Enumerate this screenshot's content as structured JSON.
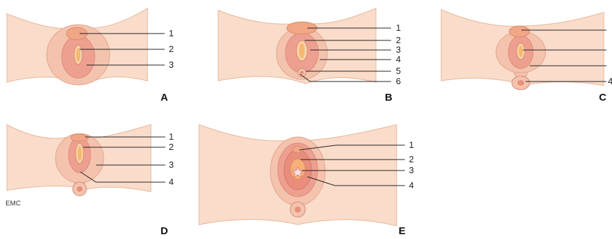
{
  "colors": {
    "skin": "#f9dcc9",
    "skin_edge": "#e6b79c",
    "fold_outer": "#f4c3ad",
    "fold_inner": "#eea090",
    "vestibule": "#e87f72",
    "opening": "#f7d2b0",
    "opening_core": "#f5b86e",
    "leader": "#222222"
  },
  "panels": [
    {
      "letter": "A",
      "labels": [
        "1",
        "2",
        "3"
      ]
    },
    {
      "letter": "B",
      "labels": [
        "1",
        "2",
        "3",
        "4",
        "5",
        "6"
      ]
    },
    {
      "letter": "C",
      "labels": [
        "4"
      ]
    },
    {
      "letter": "D",
      "labels": [
        "1",
        "2",
        "3",
        "4"
      ]
    },
    {
      "letter": "E",
      "labels": [
        "1",
        "2",
        "3",
        "4"
      ]
    }
  ],
  "credit": "EMC"
}
